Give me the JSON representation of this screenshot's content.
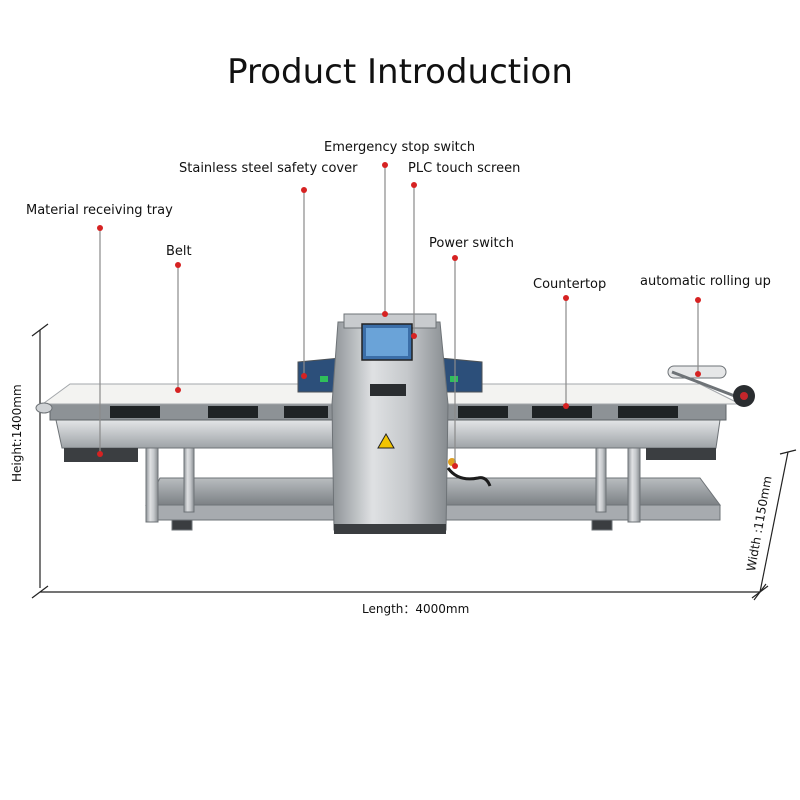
{
  "title": "Product Introduction",
  "callouts": [
    {
      "id": "material-receiving-tray",
      "label": "Material receiving tray"
    },
    {
      "id": "belt",
      "label": "Belt"
    },
    {
      "id": "stainless-steel-safety-cover",
      "label": "Stainless steel safety cover"
    },
    {
      "id": "emergency-stop-switch",
      "label": "Emergency stop switch"
    },
    {
      "id": "plc-touch-screen",
      "label": "PLC touch screen"
    },
    {
      "id": "power-switch",
      "label": "Power switch"
    },
    {
      "id": "countertop",
      "label": "Countertop"
    },
    {
      "id": "automatic-rolling-up",
      "label": "automatic rolling up"
    }
  ],
  "dimensions": {
    "height": "Height:1400mm",
    "length": "Length：4000mm",
    "width": "Width :1150mm"
  },
  "colors": {
    "callout_dot": "#d62222",
    "callout_line": "#8a8a8a",
    "steel_light": "#d4d6d8",
    "steel_mid": "#a9adb1",
    "steel_dark": "#6e7377",
    "belt": "#f4f4f2",
    "accent_green": "#2fbf5a"
  }
}
